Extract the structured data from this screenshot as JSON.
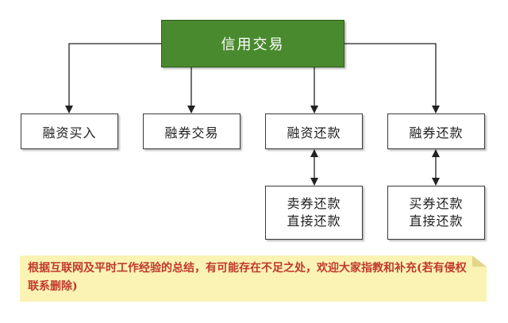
{
  "diagram": {
    "root": {
      "label": "信用交易"
    },
    "children": [
      {
        "label": "融资买入"
      },
      {
        "label": "融券交易"
      },
      {
        "label": "融资还款"
      },
      {
        "label": "融券还款"
      }
    ],
    "sub_nodes": [
      {
        "line1": "卖券还款",
        "line2": "直接还款"
      },
      {
        "line1": "买券还款",
        "line2": "直接还款"
      }
    ],
    "colors": {
      "root_fill": "#4a8a2e",
      "note_fill": "#fbf3b4",
      "note_text": "#c0392b"
    }
  },
  "note": {
    "text": "根据互联网及平时工作经验的总结，有可能存在不足之处，欢迎大家指教和补充(若有侵权联系删除)"
  }
}
